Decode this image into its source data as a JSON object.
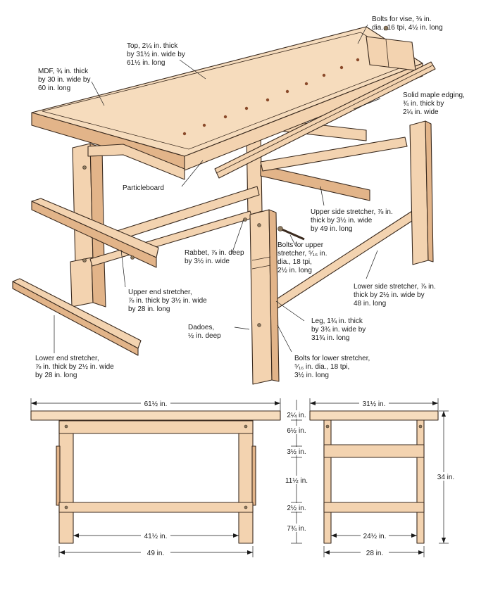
{
  "callouts": {
    "bolts_vise": [
      "Bolts for vise, ⅜ in.",
      "dia., 16 tpi, 4½ in. long"
    ],
    "top": [
      "Top, 2¼ in. thick",
      "by 31½ in. wide by",
      "61½ in. long"
    ],
    "mdf": [
      "MDF, ¾ in. thick",
      "by 30 in. wide by",
      "60 in. long"
    ],
    "maple_edging": [
      "Solid maple edging,",
      "¾ in. thick by",
      "2¼ in. wide"
    ],
    "particleboard": [
      "Particleboard"
    ],
    "upper_side_stretcher": [
      "Upper side stretcher, ⅞ in.",
      "thick by 3½ in. wide",
      "by 49 in. long"
    ],
    "rabbet": [
      "Rabbet, ⅞ in. deep",
      "by 3½ in. wide"
    ],
    "bolts_upper": [
      "Bolts for upper",
      "stretcher, ⁵⁄₁₆ in.",
      "dia., 18 tpi,",
      "2½ in. long"
    ],
    "upper_end_stretcher": [
      "Upper end stretcher,",
      "⅞ in. thick by 3½ in. wide",
      "by 28 in. long"
    ],
    "lower_side_stretcher": [
      "Lower side stretcher, ⅞ in.",
      "thick by 2½ in. wide by",
      "48 in. long"
    ],
    "dadoes": [
      "Dadoes,",
      "½ in. deep"
    ],
    "leg": [
      "Leg, 1¾ in. thick",
      "by 3¾ in. wide by",
      "31¾ in. long"
    ],
    "lower_end_stretcher": [
      "Lower end stretcher,",
      "⅞ in. thick by 2½ in. wide",
      "by 28 in. long"
    ],
    "bolts_lower": [
      "Bolts for lower stretcher,",
      "⁵⁄₁₆ in. dia., 18 tpi,",
      "3½ in. long"
    ]
  },
  "dimensions": {
    "front_overall": "61½ in.",
    "front_inner": "41½ in.",
    "front_base": "49 in.",
    "side_overall": "31½ in.",
    "side_inner": "24½ in.",
    "side_base": "28 in.",
    "height_total": "34 in.",
    "v_top": "2¼ in.",
    "v_gap1": "6½ in.",
    "v_upper": "3½ in.",
    "v_mid": "11½ in.",
    "v_lower": "2½ in.",
    "v_foot": "7¾ in."
  },
  "colors": {
    "wood": "#f3d3b0",
    "wood_shadow": "#e2b489",
    "outline": "#3a2a1e"
  }
}
